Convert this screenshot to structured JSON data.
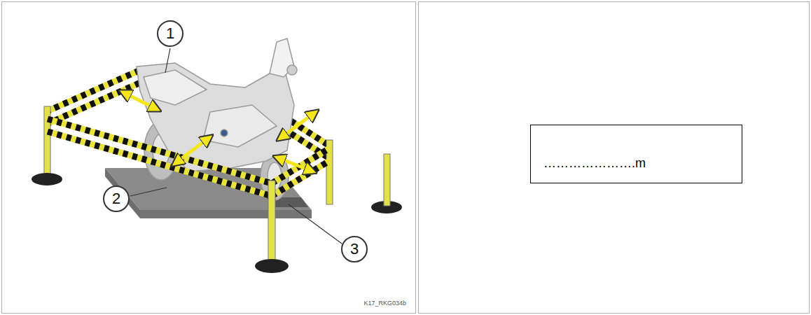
{
  "diagram": {
    "nodes": [
      {
        "text": [
          "1"
        ]
      },
      {
        "text": [
          "2"
        ]
      },
      {
        "text": [
          "3"
        ]
      },
      {
        "text": [
          "………………….m"
        ]
      }
    ],
    "labels": [
      "K17_RKG034b"
    ]
  }
}
